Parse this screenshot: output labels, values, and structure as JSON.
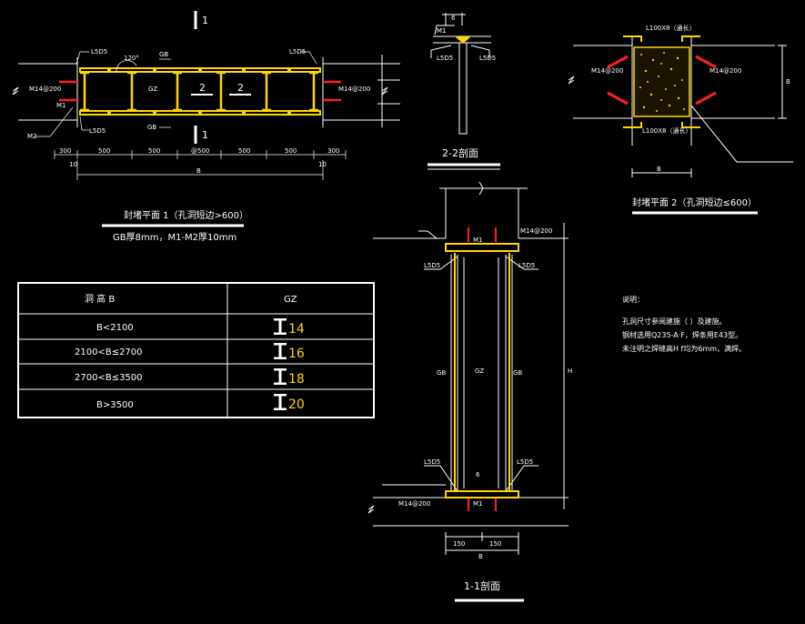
{
  "colors": {
    "background": "#000000",
    "line": "#ffffff",
    "steel": "#ffd600",
    "weld": "#ff2020",
    "concrete": "#ffd600"
  },
  "plan1": {
    "title": "封堵平面 1（孔洞短边>600）",
    "note": "GB厚8mm，M1-M2厚10mm",
    "labels": {
      "weld_l": "L5D5",
      "weld_r": "L5D5",
      "weld_bl": "L5D5",
      "gb_top": "GB",
      "gb_bot": "GB",
      "gz": "GZ",
      "angle": "120°",
      "m2": "M2",
      "m1": "M1",
      "anchor_l": "M14@200",
      "anchor_r": "M14@200",
      "section": "2",
      "section_b": "2",
      "cut_top": "1",
      "cut_bot": "1"
    },
    "dims": [
      "300",
      "500",
      "500",
      "@500",
      "500",
      "500",
      "300"
    ],
    "end_l": "10",
    "end_r": "10",
    "total": "B"
  },
  "section22": {
    "title": "2-2剖面",
    "labels": {
      "m1": "M1",
      "weld_l": "L5D5",
      "weld_r": "L5D5",
      "dim": "6"
    }
  },
  "plan2": {
    "title": "封堵平面 2（孔洞短边≤600）",
    "labels": {
      "top": "L100X8（通长）",
      "bot": "L100X8（通长）",
      "anchor_l": "M14@200",
      "anchor_r": "M14@200",
      "dim_right": "B",
      "dim_bot": "B"
    }
  },
  "section11": {
    "title": "1-1剖面",
    "labels": {
      "anchor_top": "M14@200",
      "anchor_bot": "M14@200",
      "m1_top": "M1",
      "m1_bot": "M1",
      "weld_tl": "L5D5",
      "weld_tr": "L5D5",
      "weld_bl": "L5D5",
      "weld_br": "L5D5",
      "gb_l": "GB",
      "gb_r": "GB",
      "gz": "GZ",
      "dim_h": "H",
      "dim_6": "6",
      "dim_b1": "150",
      "dim_b2": "150",
      "dim_b": "B"
    }
  },
  "table": {
    "headers": [
      "洞 高 B",
      "GZ"
    ],
    "rows": [
      {
        "range": "B<2100",
        "size": "14"
      },
      {
        "range": "2100<B≤2700",
        "size": "16"
      },
      {
        "range": "2700<B≤3500",
        "size": "18"
      },
      {
        "range": "B>3500",
        "size": "20"
      }
    ]
  },
  "notes": {
    "heading": "说明：",
    "lines": [
      "孔洞尺寸参阅建施（ ）及建施。",
      "钢材选用Q235-A·F，焊条用E43型。",
      "未注明之焊缝高H f均为6mm，满焊。"
    ]
  }
}
